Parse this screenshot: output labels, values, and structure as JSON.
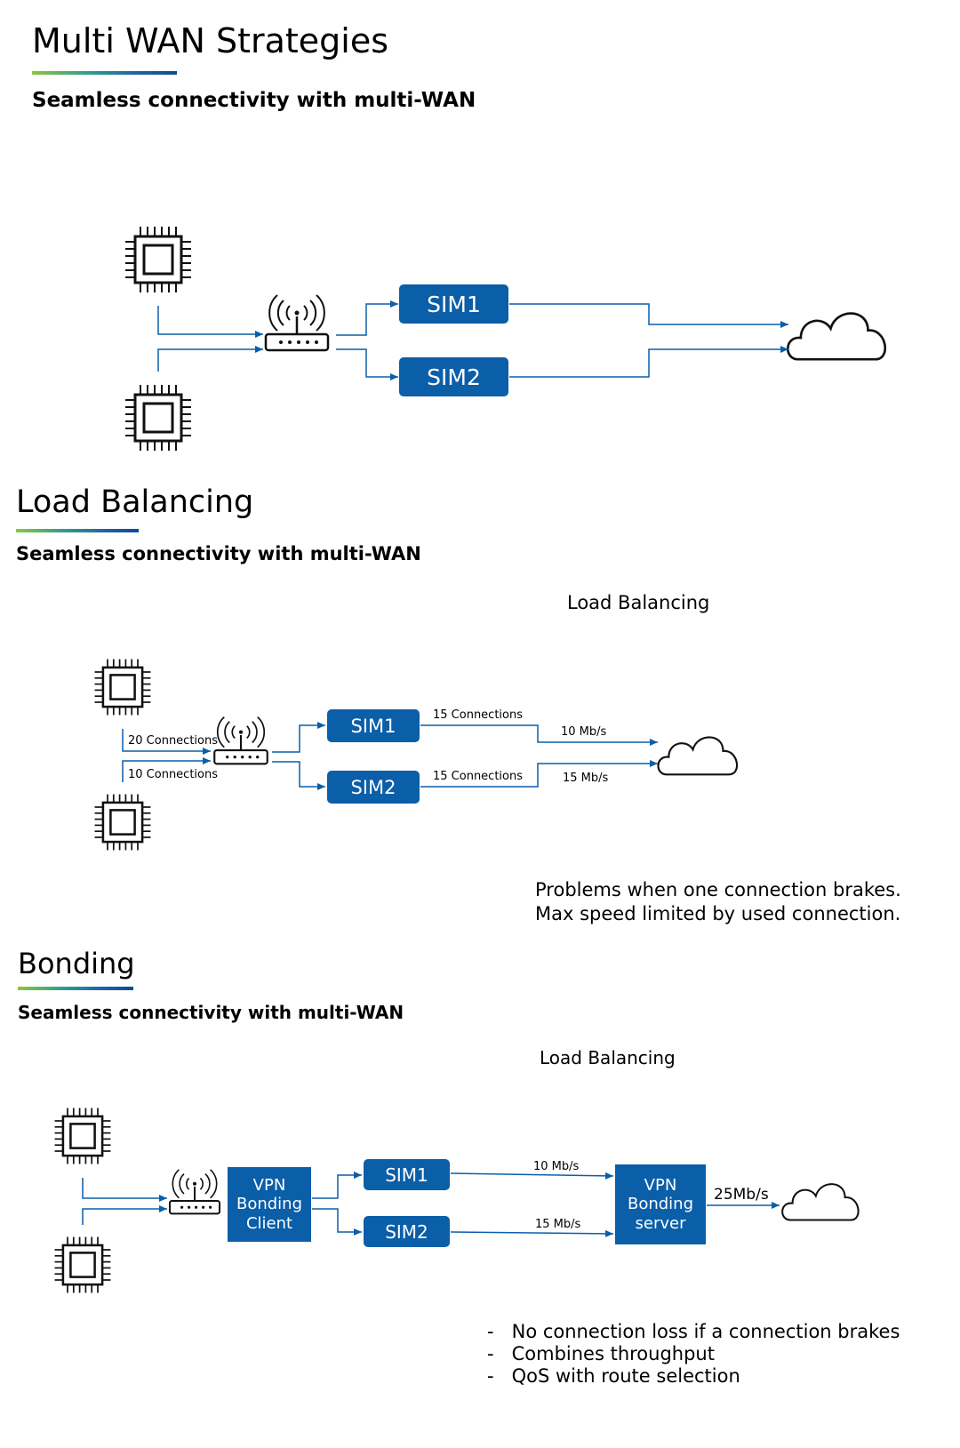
{
  "sections": [
    {
      "title": "Multi WAN Strategies",
      "subtitle": "Seamless connectivity with multi-WAN",
      "sim1_label": "SIM1",
      "sim2_label": "SIM2"
    },
    {
      "title": "Load Balancing",
      "subtitle": "Seamless connectivity with multi-WAN",
      "diagram_title": "Load Balancing",
      "sim1_label": "SIM1",
      "sim2_label": "SIM2",
      "in1": "20 Connections",
      "in2": "10 Connections",
      "out1": "15 Connections",
      "out2": "15 Connections",
      "speed1": "10 Mb/s",
      "speed2": "15 Mb/s",
      "note_line1": "Problems when one connection brakes.",
      "note_line2": "Max speed limited by used connection."
    },
    {
      "title": "Bonding",
      "subtitle": "Seamless connectivity with multi-WAN",
      "diagram_title": "Load Balancing",
      "vpn_client": "VPN Bonding Client",
      "vpn_server": "VPN Bonding server",
      "sim1_label": "SIM1",
      "sim2_label": "SIM2",
      "speed1": "10 Mb/s",
      "speed2": "15 Mb/s",
      "combined": "25Mb/s",
      "bullets": [
        "No connection loss if a connection brakes",
        "Combines throughput",
        "QoS with route selection"
      ]
    }
  ],
  "colors": {
    "box": "#0b5ea8",
    "line": "#0b5ea8",
    "accent_start": "#8dc63f",
    "accent_end": "#0d4b8f"
  },
  "icons": [
    "chip-icon",
    "router-icon",
    "cloud-icon"
  ]
}
